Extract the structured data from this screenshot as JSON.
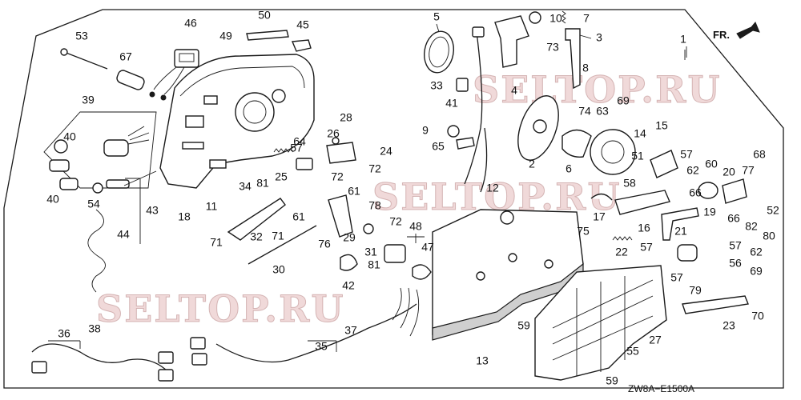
{
  "diagram": {
    "code": "ZW8A−E1500A",
    "direction_label": "FR.",
    "watermark": "SELTOP.RU",
    "part_numbers": [
      "1",
      "2",
      "3",
      "4",
      "5",
      "6",
      "7",
      "8",
      "9",
      "10",
      "11",
      "12",
      "13",
      "14",
      "15",
      "16",
      "17",
      "18",
      "19",
      "20",
      "21",
      "22",
      "23",
      "24",
      "25",
      "26",
      "27",
      "28",
      "29",
      "30",
      "31",
      "32",
      "33",
      "34",
      "35",
      "36",
      "37",
      "38",
      "39",
      "40",
      "41",
      "42",
      "43",
      "44",
      "45",
      "46",
      "47",
      "48",
      "49",
      "50",
      "51",
      "52",
      "53",
      "54",
      "55",
      "56",
      "57",
      "58",
      "59",
      "60",
      "61",
      "62",
      "63",
      "64",
      "65",
      "66",
      "67",
      "68",
      "69",
      "70",
      "71",
      "72",
      "73",
      "74",
      "75",
      "76",
      "77",
      "78",
      "79",
      "80",
      "81",
      "82"
    ]
  }
}
